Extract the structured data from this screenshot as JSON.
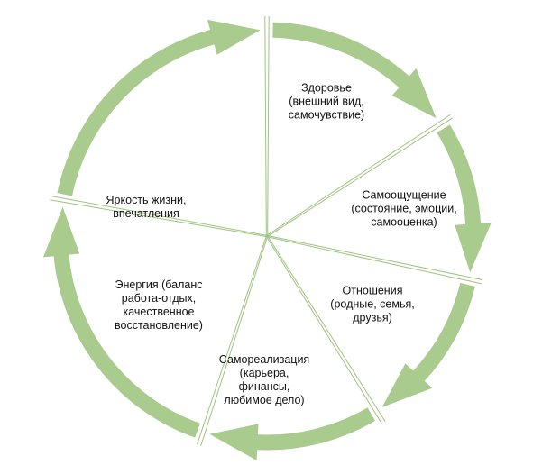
{
  "diagram": {
    "arrow_color": "#a9cc8e",
    "spoke_color": "#9ec37f",
    "segments": [
      {
        "id": "health",
        "lines": [
          "Здоровье",
          "(внешний вид,",
          "самочувствие)"
        ]
      },
      {
        "id": "self-feel",
        "lines": [
          "Самоощущение",
          "(состояние, эмоции,",
          "самооценка)"
        ]
      },
      {
        "id": "relations",
        "lines": [
          "Отношения",
          "(родные, семья,",
          "друзья)"
        ]
      },
      {
        "id": "realization",
        "lines": [
          "Самореализация",
          "(карьера,",
          "финансы,",
          "любимое дело)"
        ]
      },
      {
        "id": "energy",
        "lines": [
          "Энергия (баланс",
          "работа-отдых,",
          "качественное",
          "восстановление)"
        ]
      },
      {
        "id": "brightness",
        "lines": [
          "Яркость жизни,",
          "впечатления"
        ]
      }
    ]
  }
}
